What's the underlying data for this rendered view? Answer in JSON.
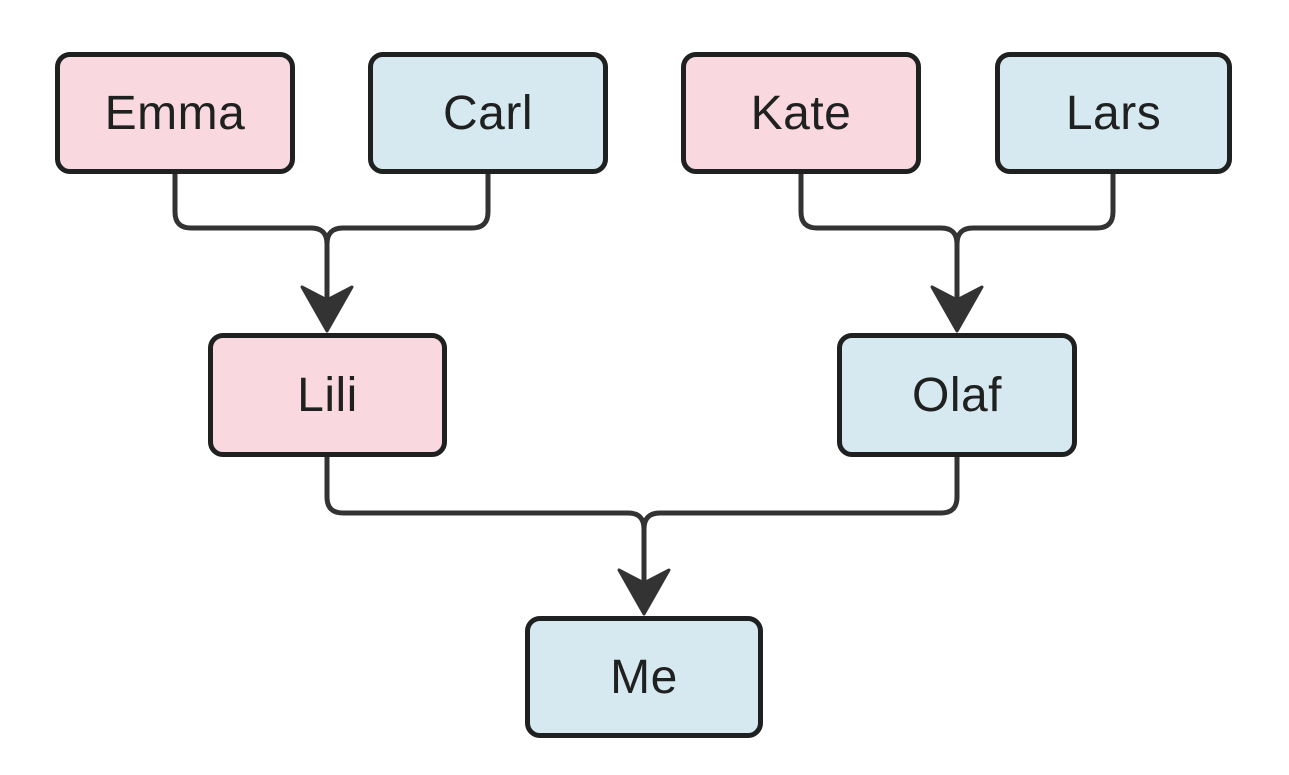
{
  "diagram": {
    "type": "family-tree-flowchart",
    "background_color": "#ffffff",
    "node_border_color": "#1f2020",
    "edge_color": "#333333",
    "text_color": "#1f2020",
    "pink_fill": "#fad8e0",
    "blue_fill": "#d7e9f0"
  },
  "nodes": {
    "emma": {
      "label": "Emma",
      "variant": "pink"
    },
    "carl": {
      "label": "Carl",
      "variant": "blue"
    },
    "kate": {
      "label": "Kate",
      "variant": "pink"
    },
    "lars": {
      "label": "Lars",
      "variant": "blue"
    },
    "lili": {
      "label": "Lili",
      "variant": "pink"
    },
    "olaf": {
      "label": "Olaf",
      "variant": "blue"
    },
    "me": {
      "label": "Me",
      "variant": "blue"
    }
  },
  "relationships": [
    {
      "parents": [
        "Emma",
        "Carl"
      ],
      "child": "Lili"
    },
    {
      "parents": [
        "Kate",
        "Lars"
      ],
      "child": "Olaf"
    },
    {
      "parents": [
        "Lili",
        "Olaf"
      ],
      "child": "Me"
    }
  ]
}
